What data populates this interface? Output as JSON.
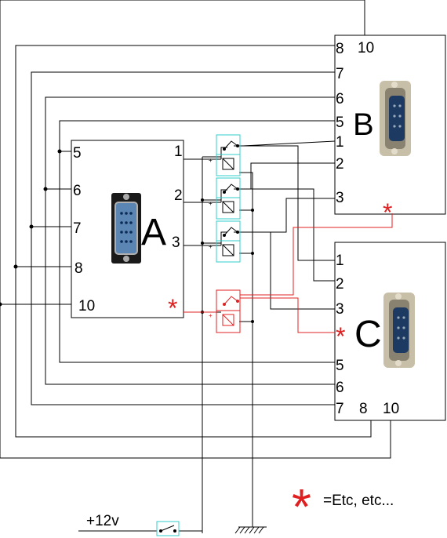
{
  "box_a": {
    "name": "A",
    "pins_left": [
      "5",
      "6",
      "7",
      "8",
      "10"
    ],
    "pins_right": [
      "1",
      "2",
      "3"
    ],
    "star": "*"
  },
  "box_b": {
    "name": "B",
    "top_pins": [
      "8",
      "10"
    ],
    "pins": [
      "7",
      "6",
      "5",
      "1",
      "2",
      "3"
    ],
    "star": "*"
  },
  "box_c": {
    "name": "C",
    "pins": [
      "1",
      "2",
      "3"
    ],
    "star": "*",
    "pins_lower": [
      "5",
      "6",
      "7"
    ],
    "bottom_pins": [
      "8",
      "10"
    ]
  },
  "supply": {
    "label": "+12v"
  },
  "legend": {
    "star": "*",
    "text": "=Etc, etc..."
  },
  "colors": {
    "wire": "#000000",
    "relay_box": "#33cccc",
    "extra": "#e02020"
  }
}
